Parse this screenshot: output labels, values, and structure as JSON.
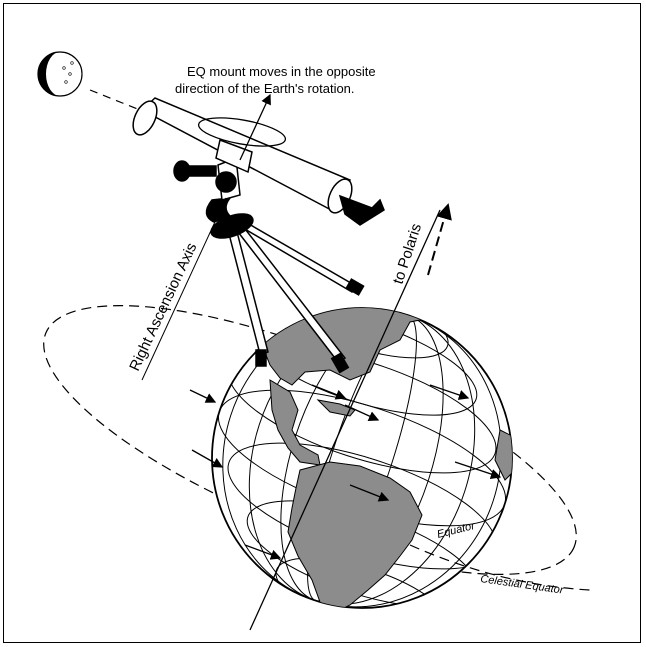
{
  "caption": {
    "line1": "EQ mount moves in the opposite",
    "line2": "direction of the Earth's rotation."
  },
  "labels": {
    "ra_axis": "Right Ascension Axis",
    "polaris": "to Polaris",
    "equator": "Equator",
    "celestial_equator": "Celestial Equator"
  },
  "icons": {
    "moon": "moon-icon",
    "rotation": "rotation-arrow-icon"
  },
  "colors": {
    "line": "#000000",
    "land": "#8c8c8c",
    "background": "#ffffff"
  }
}
